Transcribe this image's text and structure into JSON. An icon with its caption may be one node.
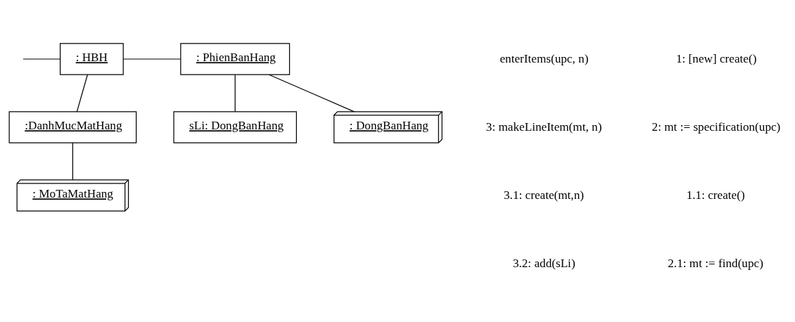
{
  "diagram": {
    "nodes": [
      {
        "text": [
          ": HBH"
        ]
      },
      {
        "text": [
          ": PhienBanHang"
        ]
      },
      {
        "text": [
          ":DanhMucMatHang"
        ]
      },
      {
        "text": [
          "sLi: DongBanHang"
        ]
      },
      {
        "text": [
          ": DongBanHang"
        ]
      },
      {
        "text": [
          ": MoTaMatHang"
        ]
      }
    ],
    "edges": [
      {
        "from": null,
        "to": 0,
        "arrow": "none"
      },
      {
        "from": 0,
        "to": 1,
        "arrow": "none"
      },
      {
        "from": 0,
        "to": 2,
        "arrow": "none"
      },
      {
        "from": 1,
        "to": 4,
        "arrow": "none"
      },
      {
        "from": 1,
        "to": 3,
        "arrow": "none"
      },
      {
        "from": 2,
        "to": 5,
        "arrow": "none"
      }
    ],
    "labels": [
      "enterItems(upc, n)",
      "1: [new] create()",
      "3: makeLineItem(mt, n)",
      "2: mt := specification(upc)",
      "3.1: create(mt,n)",
      "1.1: create()",
      "3.2: add(sLi)",
      "2.1: mt := find(upc)"
    ]
  }
}
